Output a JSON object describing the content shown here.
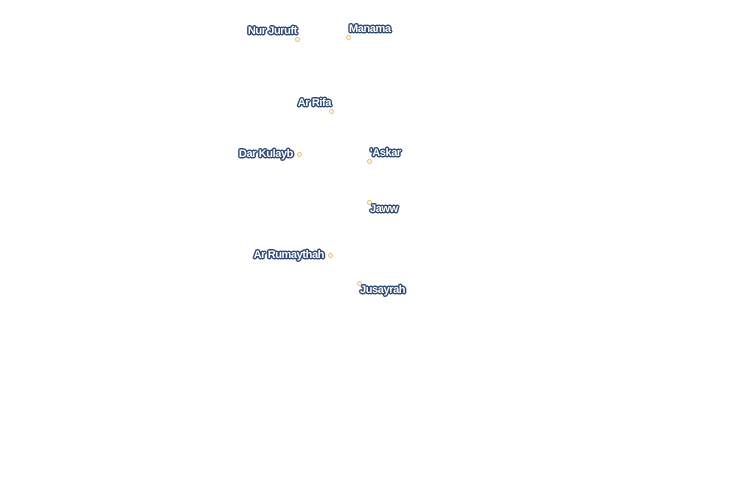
{
  "map": {
    "places": [
      {
        "id": "nur-juruft",
        "name": "Nur Juruft"
      },
      {
        "id": "manama",
        "name": "Manama"
      },
      {
        "id": "ar-rifa",
        "name": "Ar Rifa"
      },
      {
        "id": "dar-kulayb",
        "name": "Dar Kulayb"
      },
      {
        "id": "askar",
        "name": "'Askar"
      },
      {
        "id": "jaww",
        "name": "Jaww"
      },
      {
        "id": "ar-rumaythah",
        "name": "Ar Rumaythah"
      },
      {
        "id": "jusayrah",
        "name": "Jusayrah"
      }
    ],
    "colors": {
      "label_fill": "#ffffff",
      "label_halo": "#2f4a73",
      "dot_fill": "#fff7e6",
      "dot_stroke": "#e8c176",
      "background": "#ffffff"
    }
  }
}
